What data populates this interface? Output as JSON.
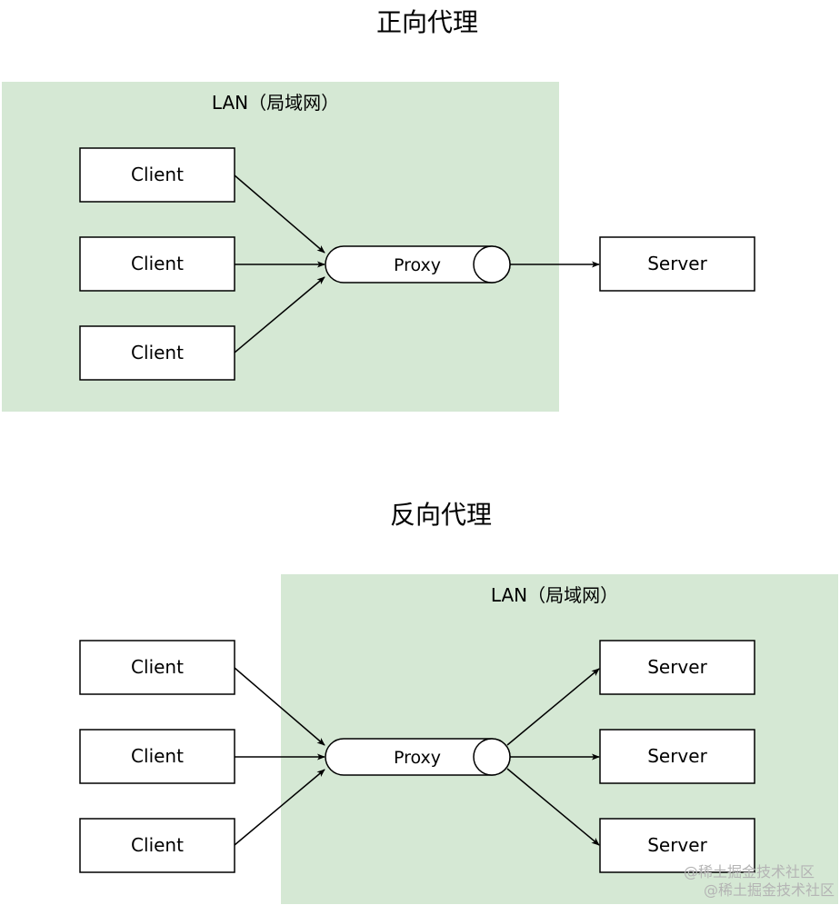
{
  "colors": {
    "lan_fill": "#d5e8d4",
    "box_fill": "#ffffff",
    "stroke": "#000000",
    "watermark": "#b4b4b4"
  },
  "forward": {
    "title": "正向代理",
    "lan_label": "LAN（局域网）",
    "clients": [
      "Client",
      "Client",
      "Client"
    ],
    "proxy": "Proxy",
    "servers": [
      "Server"
    ]
  },
  "reverse": {
    "title": "反向代理",
    "lan_label": "LAN（局域网）",
    "clients": [
      "Client",
      "Client",
      "Client"
    ],
    "proxy": "Proxy",
    "servers": [
      "Server",
      "Server",
      "Server"
    ]
  },
  "watermark": "@稀土掘金技术社区"
}
